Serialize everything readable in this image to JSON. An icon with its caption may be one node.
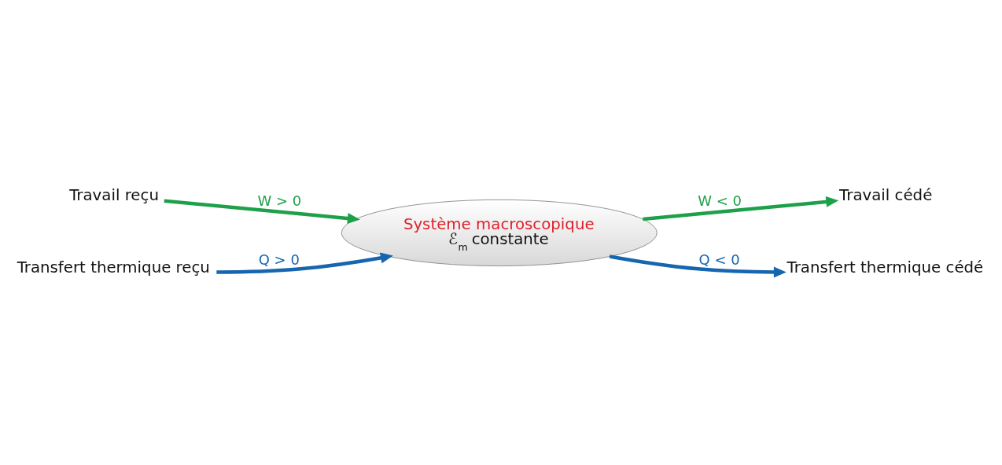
{
  "diagram": {
    "nodes": [
      {
        "text": [
          "Travail reçu"
        ]
      },
      {
        "text": [
          "Travail cédé"
        ]
      },
      {
        "text": [
          "Système macroscopique",
          "ℰ$_{m}$ constante"
        ]
      },
      {
        "text": [
          "Transfert thermique reçu"
        ]
      },
      {
        "text": [
          "Transfert thermique cédé"
        ]
      }
    ],
    "edges": [
      {
        "from": 0,
        "to": 2,
        "arrow": "to",
        "label": "W > 0",
        "color": "#1ea04a"
      },
      {
        "from": 2,
        "to": 1,
        "arrow": "to",
        "label": "W < 0",
        "color": "#1ea04a"
      },
      {
        "from": 3,
        "to": 2,
        "arrow": "to",
        "label": "Q > 0",
        "color": "#1565b0"
      },
      {
        "from": 2,
        "to": 4,
        "arrow": "to",
        "label": "Q < 0",
        "color": "#1565b0"
      }
    ]
  }
}
